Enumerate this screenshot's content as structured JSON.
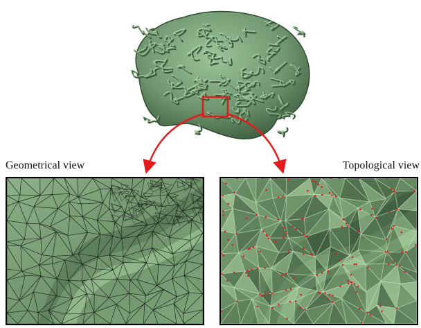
{
  "labels": {
    "geometrical": "Geometrical view",
    "topological": "Topological view"
  },
  "colors": {
    "tissue": "#7ea57e",
    "tissue_dark": "#3c5a3c",
    "tissue_light": "#b2d6a8",
    "edge": "#1a2a1a",
    "highlight_box": "#e41a1c",
    "arrow": "#e41a1c",
    "points": "#e02020"
  },
  "icons": [
    "brain-illustration",
    "zoom-box",
    "zoom-arrow"
  ]
}
